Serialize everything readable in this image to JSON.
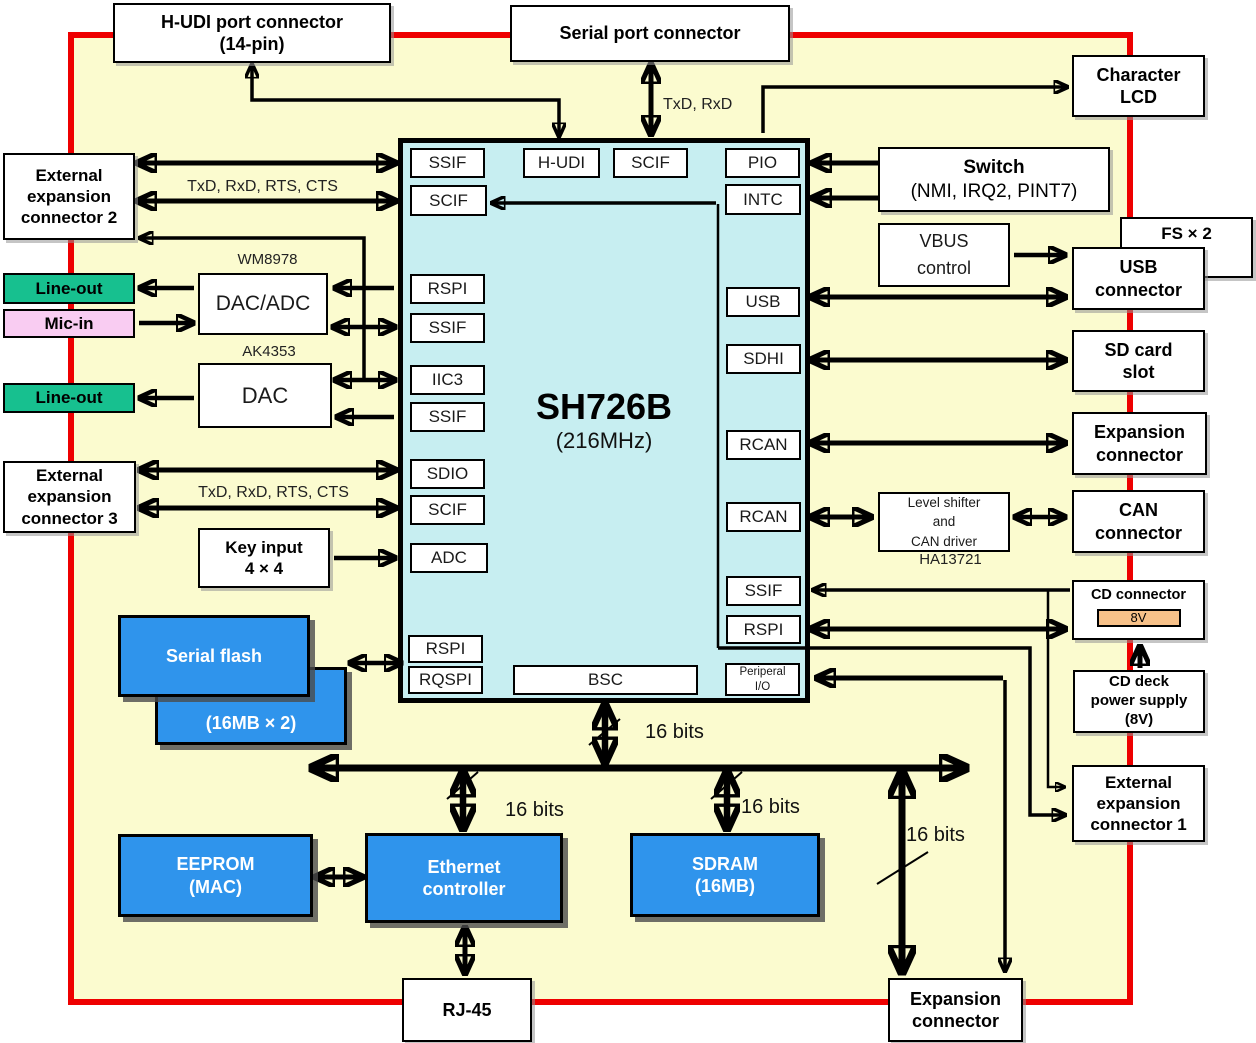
{
  "colors": {
    "board_background": "#FBFBCF",
    "board_border": "#EE0000",
    "chip_fill": "#C7EEF1",
    "memory_blue": "#2F94EC",
    "lineout_green": "#17C08F",
    "micin_pink": "#F9CCF2",
    "power_orange": "#F7C189"
  },
  "boxes": {
    "hudi_port": "H-UDI port connector\n(14-pin)",
    "serial_port": "Serial port connector",
    "character_lcd": "Character\nLCD",
    "ext_exp_2": "External\nexpansion\nconnector 2",
    "line_out_top": "Line-out",
    "mic_in": "Mic-in",
    "dac_adc": "DAC/ADC",
    "dac": "DAC",
    "line_out_bottom": "Line-out",
    "ext_exp_3": "External\nexpansion\nconnector 3",
    "key_input": "Key input\n4 × 4",
    "switch_title": "Switch",
    "switch_sub": "(NMI, IRQ2, PINT7)",
    "vbus": "VBUS\ncontrol",
    "fs_x2": "FS × 2",
    "usb_connector": "USB\nconnector",
    "sd_card_slot": "SD card\nslot",
    "expansion_connector_right": "Expansion\nconnector",
    "level_shifter": "Level shifter\nand\nCAN driver",
    "can_connector": "CAN\nconnector",
    "cd_connector": "CD connector",
    "cd_8v": "8V",
    "cd_deck": "CD deck\npower supply\n(8V)",
    "ext_exp_1": "External\nexpansion\nconnector 1",
    "serial_flash": "Serial flash",
    "serial_flash_sub": "(16MB × 2)",
    "eeprom": "EEPROM\n(MAC)",
    "ethernet": "Ethernet\ncontroller",
    "sdram": "SDRAM\n(16MB)",
    "rj45": "RJ-45",
    "expansion_connector_bottom": "Expansion\nconnector"
  },
  "chip": {
    "title": "SH726B",
    "subtitle": "(216MHz)",
    "modules": {
      "ssif_top": "SSIF",
      "hudi": "H-UDI",
      "scif_top": "SCIF",
      "pio": "PIO",
      "scif_2": "SCIF",
      "intc": "INTC",
      "rspi_left": "RSPI",
      "ssif_left1": "SSIF",
      "iic3": "IIC3",
      "ssif_left2": "SSIF",
      "sdio": "SDIO",
      "scif_3": "SCIF",
      "adc": "ADC",
      "rspi_bottom": "RSPI",
      "rqspi": "RQSPI",
      "bsc": "BSC",
      "peripheral_io": "Periperal\nI/O",
      "usb": "USB",
      "sdhi": "SDHI",
      "rcan_1": "RCAN",
      "rcan_2": "RCAN",
      "ssif_right": "SSIF",
      "rspi_right": "RSPI"
    }
  },
  "wire_labels": {
    "txd_rxd": "TxD, RxD",
    "uart_2": "TxD, RxD, RTS, CTS",
    "uart_3": "TxD, RxD, RTS, CTS",
    "wm8978": "WM8978",
    "ak4353": "AK4353",
    "ha13721": "HA13721",
    "bits_bsc": "16 bits",
    "bits_eth": "16 bits",
    "bits_sdram": "16 bits",
    "bits_vert": "16 bits"
  }
}
